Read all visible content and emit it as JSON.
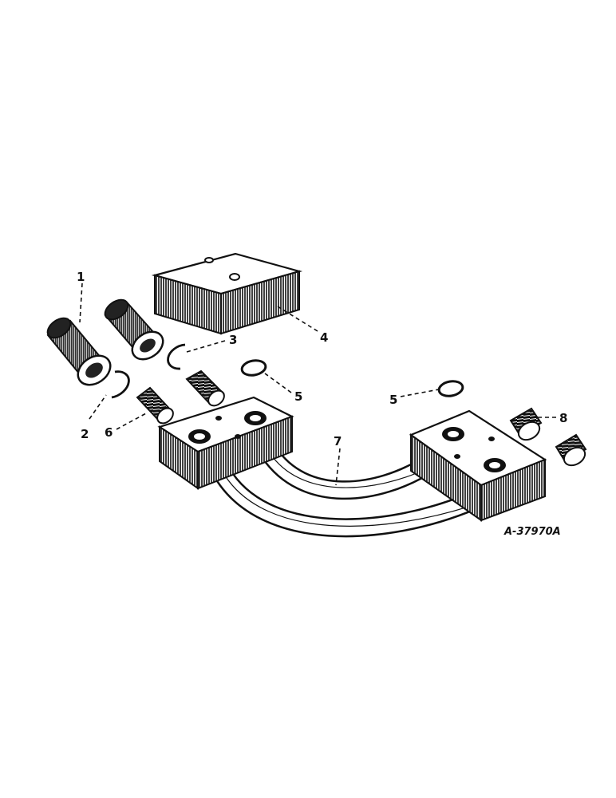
{
  "callouts": {
    "c1": "1",
    "c2": "2",
    "c3": "3",
    "c4": "4",
    "c5a": "5",
    "c5b": "5",
    "c6": "6",
    "c7": "7",
    "c8": "8"
  },
  "figure_id": "A-37970A"
}
